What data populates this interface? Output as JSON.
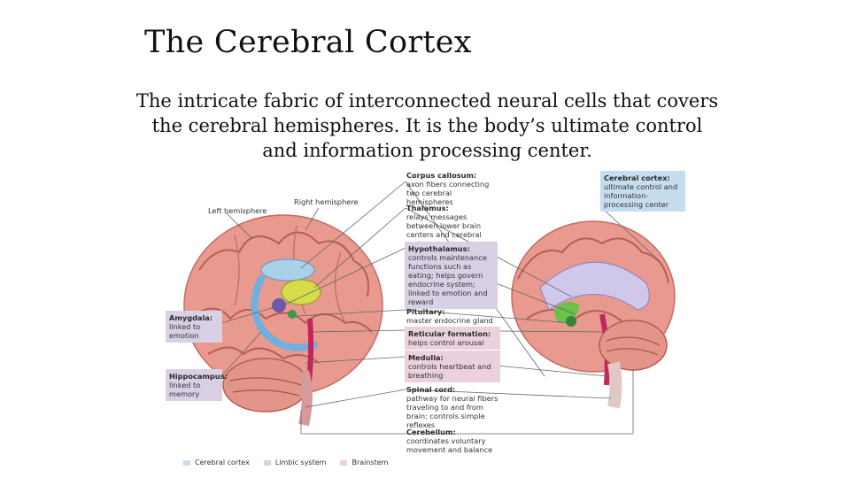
{
  "slide": {
    "title": "The Cerebral Cortex",
    "subtitle": "The intricate fabric of interconnected neural cells that covers the cerebral hemispheres. It is the body’s ultimate control and information processing center."
  },
  "diagram": {
    "hemisphere_labels": {
      "left": "Left hemisphere",
      "right": "Right hemisphere"
    },
    "labels": {
      "corpus_callosum": {
        "name": "Corpus callosum:",
        "desc": "axon fibers connecting two cerebral hemispheres"
      },
      "thalamus": {
        "name": "Thalamus:",
        "desc": "relays messages between lower brain centers and cerebral cortex"
      },
      "hypothalamus": {
        "name": "Hypothalamus:",
        "desc": "controls maintenance functions such as eating; helps govern endocrine system; linked to emotion and reward"
      },
      "pituitary": {
        "name": "Pituitary:",
        "desc": "master endocrine gland"
      },
      "reticular": {
        "name": "Reticular formation:",
        "desc": "helps control arousal"
      },
      "medulla": {
        "name": "Medulla:",
        "desc": "controls heartbeat and breathing"
      },
      "spinal_cord": {
        "name": "Spinal cord:",
        "desc": "pathway for neural fibers traveling to and from brain; controls simple reflexes"
      },
      "cerebellum": {
        "name": "Cerebellum:",
        "desc": "coordinates voluntary movement and balance"
      },
      "cerebral_cortex": {
        "name": "Cerebral cortex:",
        "desc": "ultimate control and information-processing center"
      },
      "amygdala": {
        "name": "Amygdala:",
        "desc": "linked to emotion"
      },
      "hippocampus": {
        "name": "Hippocampus:",
        "desc": "linked to memory"
      }
    },
    "legend": [
      {
        "label": "Cerebral cortex",
        "color": "#c6dcef"
      },
      {
        "label": "Limbic system",
        "color": "#d9d0e6"
      },
      {
        "label": "Brainstem",
        "color": "#ebd0de"
      }
    ]
  }
}
